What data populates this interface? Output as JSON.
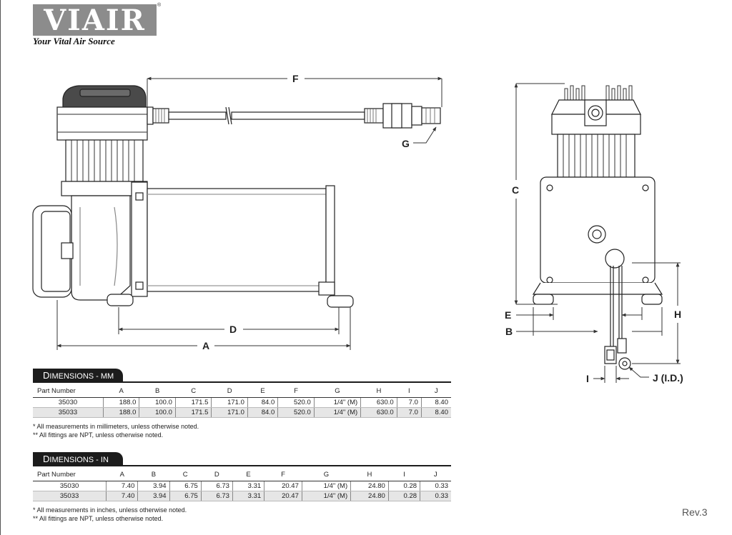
{
  "brand": {
    "logo": "VIAIR",
    "registered": "®",
    "tagline": "Your Vital Air Source"
  },
  "diagram": {
    "side_view_labels": [
      "F",
      "G",
      "D",
      "A"
    ],
    "end_view_labels": [
      "C",
      "E",
      "B",
      "H",
      "I",
      "J (I.D.)"
    ]
  },
  "tables": [
    {
      "title_cap": "D",
      "title_rest": "IMENSIONS - MM",
      "columns": [
        "Part Number",
        "A",
        "B",
        "C",
        "D",
        "E",
        "F",
        "G",
        "H",
        "I",
        "J"
      ],
      "rows": [
        [
          "35030",
          "188.0",
          "100.0",
          "171.5",
          "171.0",
          "84.0",
          "520.0",
          "1/4\" (M)",
          "630.0",
          "7.0",
          "8.40"
        ],
        [
          "35033",
          "188.0",
          "100.0",
          "171.5",
          "171.0",
          "84.0",
          "520.0",
          "1/4\" (M)",
          "630.0",
          "7.0",
          "8.40"
        ]
      ],
      "notes": [
        "* All measurements in millimeters, unless otherwise noted.",
        "** All fittings are NPT, unless otherwise noted."
      ]
    },
    {
      "title_cap": "D",
      "title_rest": "IMENSIONS - IN",
      "columns": [
        "Part Number",
        "A",
        "B",
        "C",
        "D",
        "E",
        "F",
        "G",
        "H",
        "I",
        "J"
      ],
      "rows": [
        [
          "35030",
          "7.40",
          "3.94",
          "6.75",
          "6.73",
          "3.31",
          "20.47",
          "1/4\" (M)",
          "24.80",
          "0.28",
          "0.33"
        ],
        [
          "35033",
          "7.40",
          "3.94",
          "6.75",
          "6.73",
          "3.31",
          "20.47",
          "1/4\" (M)",
          "24.80",
          "0.28",
          "0.33"
        ]
      ],
      "notes": [
        "* All measurements in inches, unless otherwise noted.",
        "** All fittings are NPT, unless otherwise noted."
      ]
    }
  ],
  "revision": "Rev.3",
  "colors": {
    "logo_bg": "#8c8c8c",
    "tab_bg": "#1c1c1c",
    "alt_row": "#e6e6e6"
  }
}
